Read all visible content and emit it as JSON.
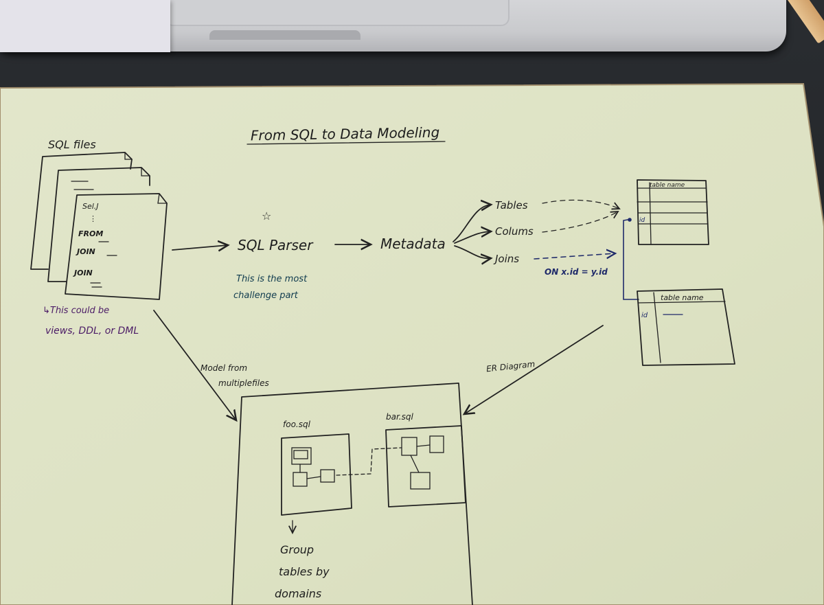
{
  "title": "From SQL to Data Modeling",
  "sql_files": {
    "label": "SQL files",
    "lines": [
      "Sel.J",
      "⋮",
      "FROM",
      "JOIN",
      "JOIN"
    ]
  },
  "note_views": {
    "line1": "↳This could be",
    "line2": "views, DDL, or DML"
  },
  "parser": {
    "star": "☆",
    "label": "SQL Parser",
    "note_line1": "This is the most",
    "note_line2": "challenge part"
  },
  "metadata": {
    "label": "Metadata",
    "branches": [
      "Tables",
      "Colums",
      "Joins"
    ],
    "join_note": "ON x.id = y.id"
  },
  "tables": {
    "table1_name": "table name",
    "table1_key": "id",
    "table2_name": "table name",
    "table2_key": "id"
  },
  "model": {
    "from_label_line1": "Model from",
    "from_label_line2": "multiplefiles",
    "er_label": "ER Diagram",
    "file1": "foo.sql",
    "file2": "bar.sql",
    "group_line1": "Group",
    "group_line2": "tables by",
    "group_line3": "domains"
  },
  "colors": {
    "paper": "#dfe3c6",
    "ink": "#1d1d1d",
    "navy_ink": "#1f2a6a",
    "purple_ink": "#4b1b66",
    "teal_ink": "#0f3b4e"
  }
}
